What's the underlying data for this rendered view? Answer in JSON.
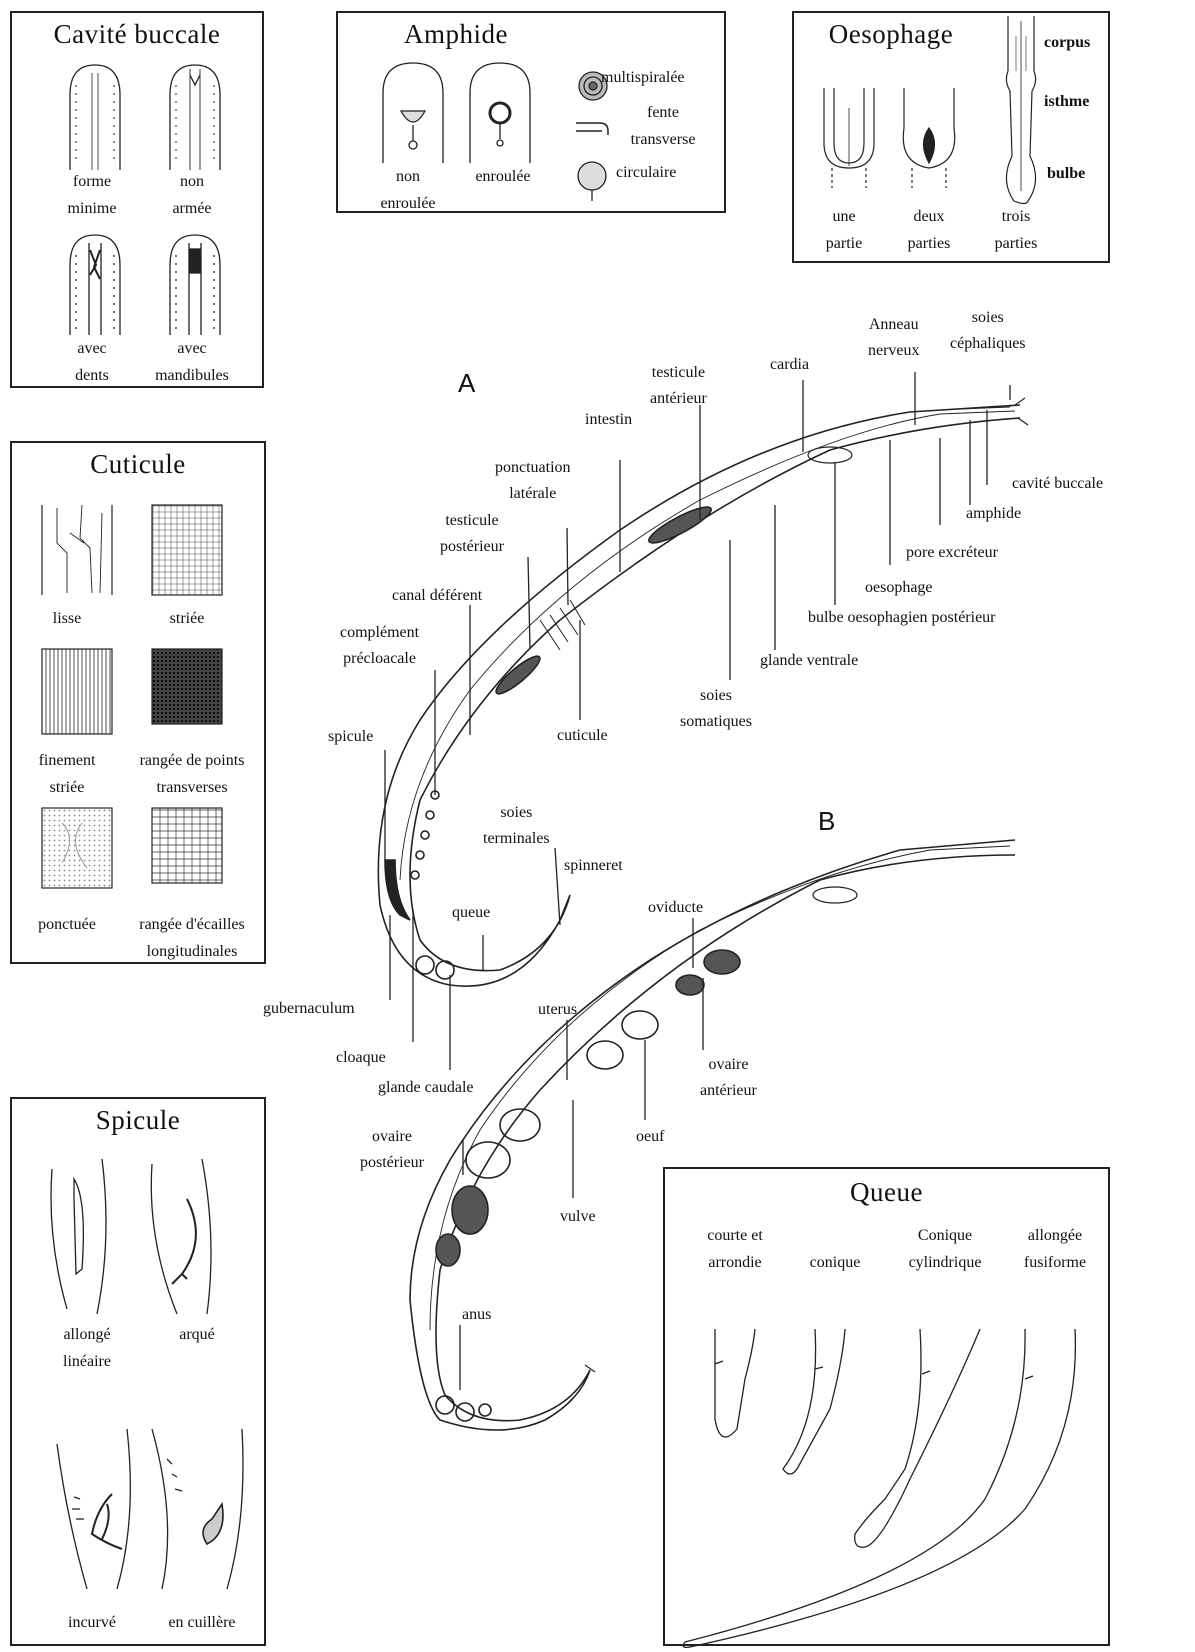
{
  "cavite": {
    "title": "Cavité buccale",
    "items": [
      {
        "l1": "forme",
        "l2": "minime"
      },
      {
        "l1": "non",
        "l2": "armée"
      },
      {
        "l1": "avec",
        "l2": "dents"
      },
      {
        "l1": "avec",
        "l2": "mandibules"
      }
    ]
  },
  "amphide": {
    "title": "Amphide",
    "items": [
      {
        "l1": "non",
        "l2": "enroulée"
      },
      {
        "l1": "enroulée",
        "l2": ""
      }
    ],
    "side": [
      {
        "l1": "multispiralée",
        "l2": ""
      },
      {
        "l1": "fente",
        "l2": "transverse"
      },
      {
        "l1": "circulaire",
        "l2": ""
      }
    ]
  },
  "oesophage": {
    "title": "Oesophage",
    "items": [
      {
        "l1": "une",
        "l2": "partie"
      },
      {
        "l1": "deux",
        "l2": "parties"
      },
      {
        "l1": "trois",
        "l2": "parties"
      }
    ],
    "parts": [
      "corpus",
      "isthme",
      "bulbe"
    ]
  },
  "cuticule": {
    "title": "Cuticule",
    "items": [
      {
        "l1": "lisse",
        "l2": ""
      },
      {
        "l1": "striée",
        "l2": ""
      },
      {
        "l1": "finement",
        "l2": "striée"
      },
      {
        "l1": "rangée de points",
        "l2": "transverses"
      },
      {
        "l1": "ponctuée",
        "l2": ""
      },
      {
        "l1": "rangée d'écailles",
        "l2": "longitudinales"
      }
    ]
  },
  "spicule": {
    "title": "Spicule",
    "items": [
      {
        "l1": "allongé",
        "l2": "linéaire"
      },
      {
        "l1": "arqué",
        "l2": ""
      },
      {
        "l1": "incurvé",
        "l2": ""
      },
      {
        "l1": "en cuillère",
        "l2": ""
      }
    ]
  },
  "queue": {
    "title": "Queue",
    "items": [
      {
        "l1": "courte et",
        "l2": "arrondie"
      },
      {
        "l1": "conique",
        "l2": ""
      },
      {
        "l1": "Conique",
        "l2": "cylindrique"
      },
      {
        "l1": "allongée",
        "l2": "fusiforme"
      }
    ]
  },
  "diagram": {
    "male_label": "A",
    "female_label": "B",
    "male_parts": {
      "soies_cephaliques": "soies\ncéphaliques",
      "anneau_nerveux": "Anneau\nnerveux",
      "cardia": "cardia",
      "testicule_anterieur": "testicule\nantérieur",
      "intestin": "intestin",
      "ponctuation_laterale": "ponctuation\nlatérale",
      "testicule_posterieur": "testicule\npostérieur",
      "canal_deferent": "canal déférent",
      "complement_precloacale": "complément\nprécloacale",
      "spicule": "spicule",
      "cavite_buccale": "cavité buccale",
      "amphide": "amphide",
      "pore_excreteur": "pore excréteur",
      "oesophage": "oesophage",
      "bulbe_oesophagien": "bulbe oesophagien postérieur",
      "glande_ventrale": "glande ventrale",
      "soies_somatiques": "soies\nsomatiques",
      "cuticule": "cuticule",
      "soies_terminales": "soies\nterminales",
      "spinneret": "spinneret",
      "queue": "queue",
      "gubernaculum": "gubernaculum",
      "cloaque": "cloaque",
      "glande_caudale": "glande caudale"
    },
    "female_parts": {
      "oviducte": "oviducte",
      "uterus": "uterus",
      "ovaire_anterieur": "ovaire\nantérieur",
      "oeuf": "oeuf",
      "ovaire_posterieur": "ovaire\npostérieur",
      "vulve": "vulve",
      "anus": "anus"
    }
  }
}
